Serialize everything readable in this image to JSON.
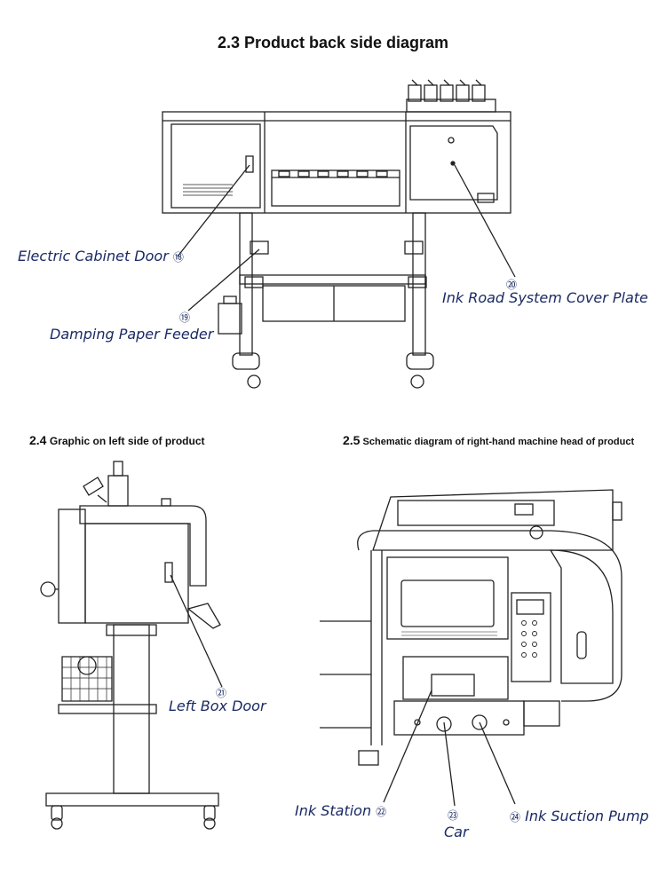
{
  "section_2_3": {
    "title": "2.3 Product back side diagram"
  },
  "section_2_4": {
    "number": "2.4",
    "title": "Graphic on left side of product"
  },
  "section_2_5": {
    "number": "2.5",
    "title": "Schematic diagram of right-hand machine head of product"
  },
  "callouts": {
    "c18": {
      "label": "Electric Cabinet Door",
      "number": "⑱"
    },
    "c19": {
      "label": "Damping Paper Feeder",
      "number": "⑲"
    },
    "c20": {
      "label": "Ink Road System Cover Plate",
      "number": "⑳"
    },
    "c21": {
      "label": "Left Box Door",
      "number": "㉑"
    },
    "c22": {
      "label": "Ink Station",
      "number": "㉒"
    },
    "c23": {
      "label": "Car",
      "number": "㉓"
    },
    "c24": {
      "label": "Ink Suction Pump",
      "number": "㉔"
    }
  }
}
